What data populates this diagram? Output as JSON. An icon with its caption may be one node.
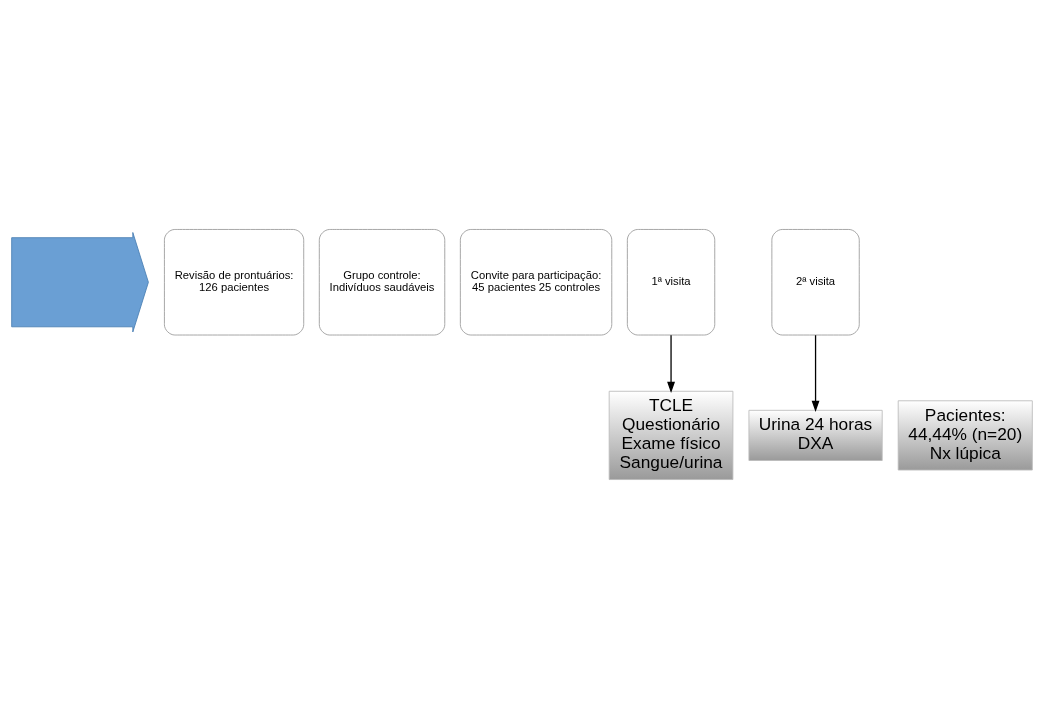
{
  "diagram": {
    "nodes": [
      {
        "text": [],
        "shape": "arrow"
      },
      {
        "text": [
          "Revisão de prontuários:",
          "126 pacientes"
        ]
      },
      {
        "text": [
          "Grupo controle:",
          "Indivíduos saudáveis"
        ]
      },
      {
        "text": [
          "Convite para participação:",
          "45 pacientes 25 controles"
        ]
      },
      {
        "text": [
          "1ª visita"
        ]
      },
      {
        "text": [
          "2ª visita"
        ]
      },
      {
        "text": [
          "Pacientes:",
          "44,44% (n=20)",
          "Nx lúpica"
        ]
      },
      {
        "text": [
          "TCLE",
          "Questionário",
          "Exame físico",
          "Sangue/urina"
        ]
      },
      {
        "text": [
          "Urina 24 horas",
          "DXA"
        ]
      }
    ],
    "edges": [
      {
        "from": 4,
        "to": 7,
        "arrow": "to"
      },
      {
        "from": 5,
        "to": 8,
        "arrow": "to"
      }
    ]
  }
}
